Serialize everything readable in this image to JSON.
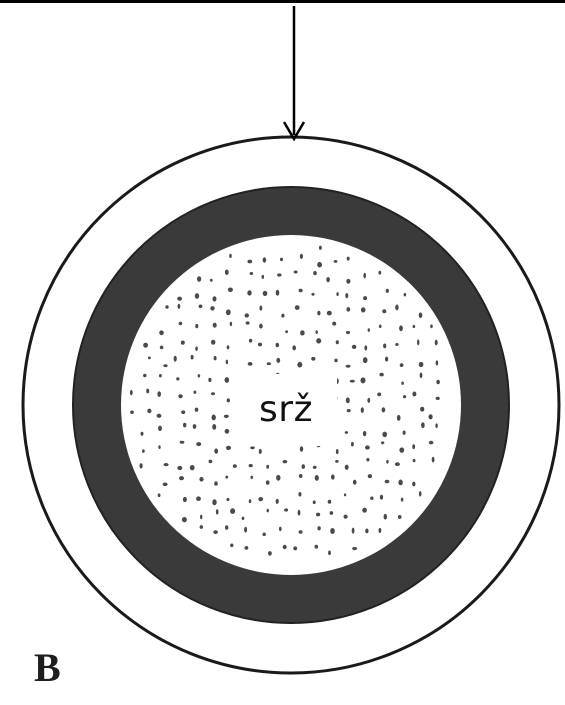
{
  "diagram": {
    "core_label": "srž",
    "panel_letter": "B",
    "colors": {
      "background": "#ffffff",
      "outer_ring_fill": "#ffffff",
      "dark_band": "#3a3a3a",
      "stipple_dot": "#4a4a4a",
      "outline": "#1a1a1a",
      "arrow": "#000000"
    },
    "parts": [
      "outer-ring",
      "dark-band",
      "stippled-core",
      "pointer-arrow"
    ]
  }
}
